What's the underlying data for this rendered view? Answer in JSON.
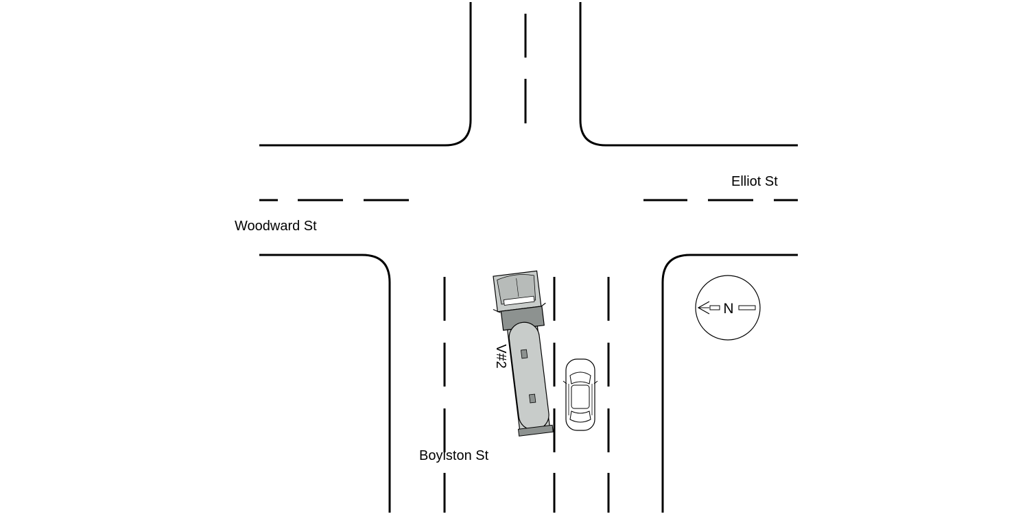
{
  "streets": {
    "elliot": "Elliot St",
    "woodward": "Woodward St",
    "boylston": "Boylston St"
  },
  "compass": {
    "letter": "N"
  },
  "vehicles": {
    "truck_label": "V#2"
  },
  "colors": {
    "line": "#000000",
    "truck_fill": "#c8ccca",
    "truck_dark": "#8d9290",
    "background": "#ffffff"
  }
}
